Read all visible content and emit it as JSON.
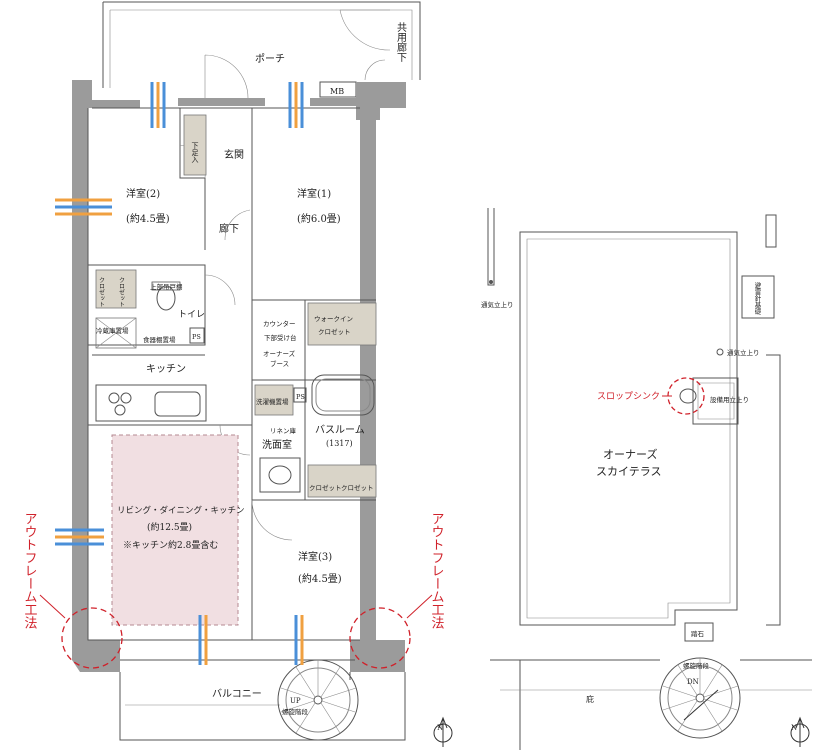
{
  "left_plan": {
    "porch": "ポーチ",
    "common_corridor": "共用廊下",
    "mb": "MB",
    "entrance": "玄関",
    "shoe_storage": "下足入",
    "hallway": "廊下",
    "room2_name": "洋室(2)",
    "room2_size": "(約4.5畳)",
    "room1_name": "洋室(1)",
    "room1_size": "(約6.0畳)",
    "closet_a": "クロゼット",
    "closet_b": "クロゼット",
    "upper_cabinet": "上部吊戸棚",
    "toilet": "トイレ",
    "fridge_space": "冷蔵庫置場",
    "cupboard_space": "食器棚置場",
    "ps": "PS",
    "counter": "カウンター",
    "shoe_shelf": "下部受け台",
    "owners_booth_1": "オーナーズ",
    "owners_booth_2": "ブース",
    "walkin_1": "ウォークイン",
    "walkin_2": "クロゼット",
    "kitchen": "キッチン",
    "washer_space": "洗濯機置場",
    "linen_shelf": "リネン庫",
    "washroom": "洗面室",
    "bathroom": "バスルーム",
    "bath_size": "(1317)",
    "closet_c": "クロゼット",
    "closet_d": "クロゼット",
    "ldk_name": "リビング・ダイニング・キッチン",
    "ldk_size": "(約12.5畳)",
    "ldk_note": "※キッチン約2.8畳含む",
    "room3_name": "洋室(3)",
    "room3_size": "(約4.5畳)",
    "balcony": "バルコニー",
    "up": "UP",
    "spiral_stairs": "螺旋階段",
    "outframe_left": "アウトフレーム工法",
    "outframe_right": "アウトフレーム工法"
  },
  "right_plan": {
    "vent_stack": "通気立上り",
    "lightning": "避雷針基礎",
    "vent_rise": "通気立上り",
    "slop_sink": "スロップシンク",
    "equipment_rise": "設備用立上り",
    "terrace_1": "オーナーズ",
    "terrace_2": "スカイテラス",
    "stepping_stone": "踏石",
    "spiral_stairs": "螺旋階段",
    "dn": "DN",
    "eaves": "庇"
  },
  "colors": {
    "ldk_fill": "#f1dfe2",
    "storage_fill": "#d9d4c8",
    "wall": "#9b9b9b",
    "annotation_red": "#d0212a",
    "airflow_blue": "#4a8fd8",
    "airflow_orange": "#f0a040"
  },
  "icons": {
    "north_left": "north-arrow-icon",
    "north_right": "north-arrow-icon"
  }
}
